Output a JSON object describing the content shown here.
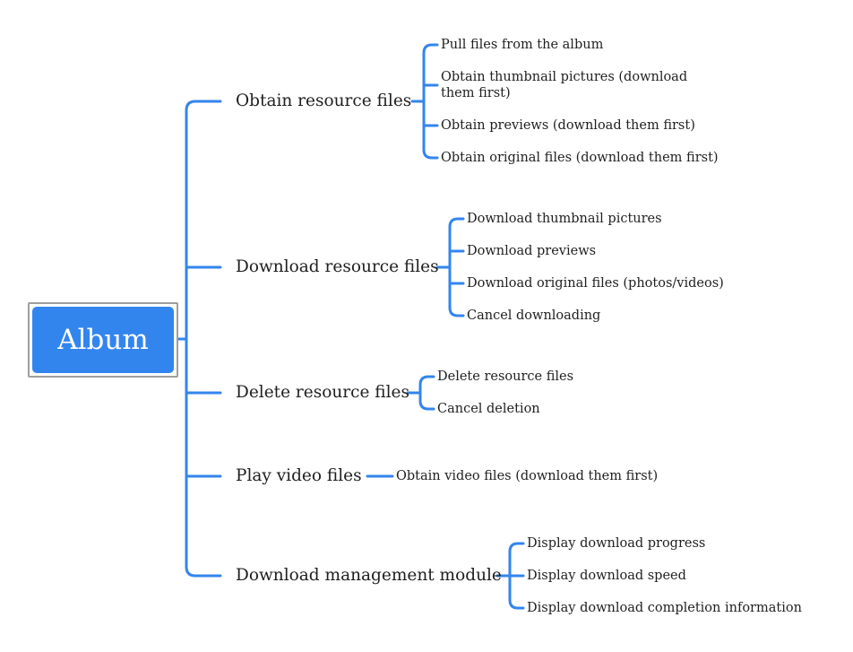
{
  "colors": {
    "accent": "#3385ee",
    "root_fill": "#3385ee",
    "text": "#1f1f1f"
  },
  "root": {
    "label": "Album"
  },
  "branches": [
    {
      "label": "Obtain resource files",
      "children": [
        "Pull files from the album",
        "Obtain thumbnail pictures (download them first)",
        "Obtain previews (download them first)",
        "Obtain original files (download them first)"
      ]
    },
    {
      "label": "Download resource files",
      "children": [
        "Download thumbnail pictures",
        "Download previews",
        "Download original files (photos/videos)",
        "Cancel downloading"
      ]
    },
    {
      "label": "Delete resource files",
      "children": [
        "Delete resource files",
        "Cancel deletion"
      ]
    },
    {
      "label": "Play video files",
      "children": [
        "Obtain video files (download them first)"
      ]
    },
    {
      "label": "Download management module",
      "children": [
        "Display download progress",
        "Display download speed",
        "Display download completion information"
      ]
    }
  ]
}
